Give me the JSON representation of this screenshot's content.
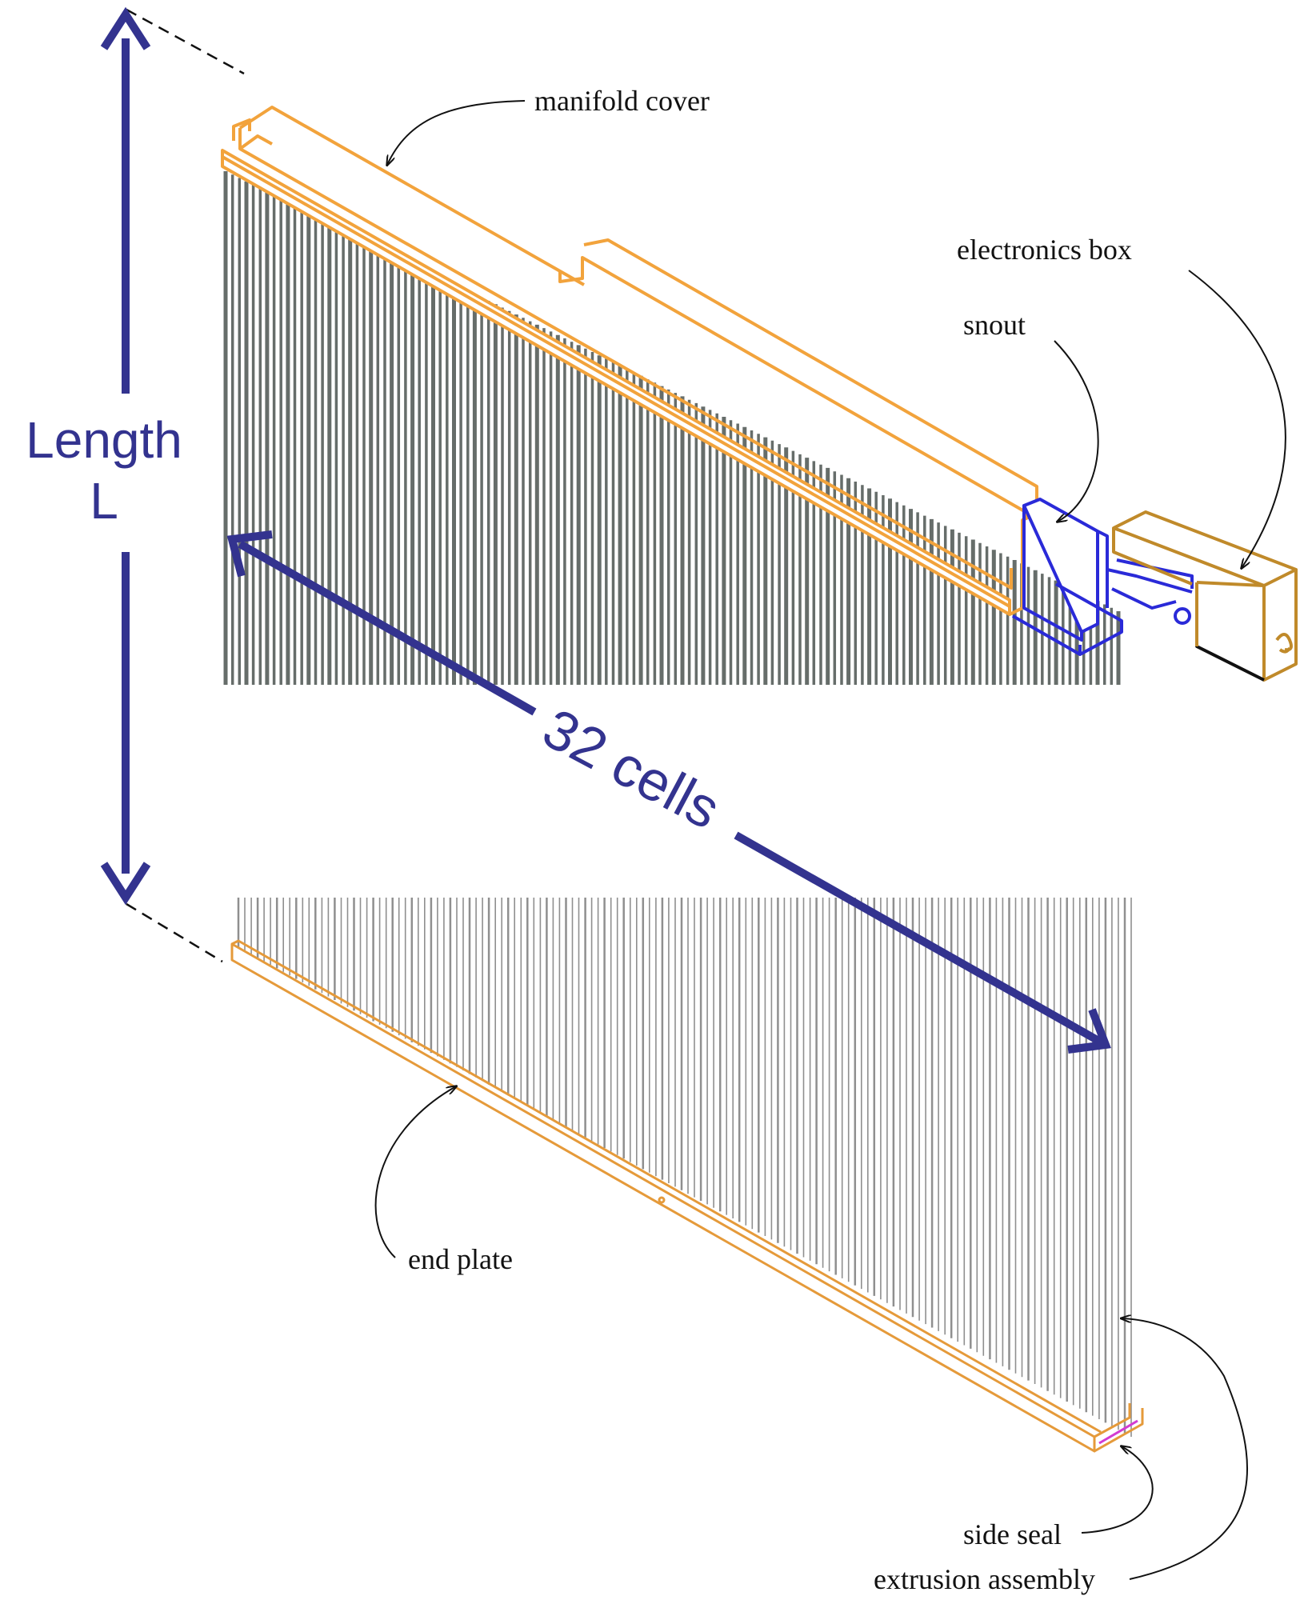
{
  "labels": {
    "manifold_cover": "manifold cover",
    "electronics_box": "electronics box",
    "snout": "snout",
    "end_plate": "end plate",
    "side_seal": "side seal",
    "extrusion_assembly": "extrusion assembly"
  },
  "dimensions": {
    "length_line1": "Length",
    "length_line2": "L",
    "cells": "32 cells"
  },
  "colors": {
    "dimension": "#33338f",
    "frame_orange": "#f2a33c",
    "box_brown": "#c08a2a",
    "snout_blue": "#2a2ad8",
    "tube_top": "#666d6a",
    "tube_bottom": "#8f8f8f",
    "leader": "#111111"
  }
}
